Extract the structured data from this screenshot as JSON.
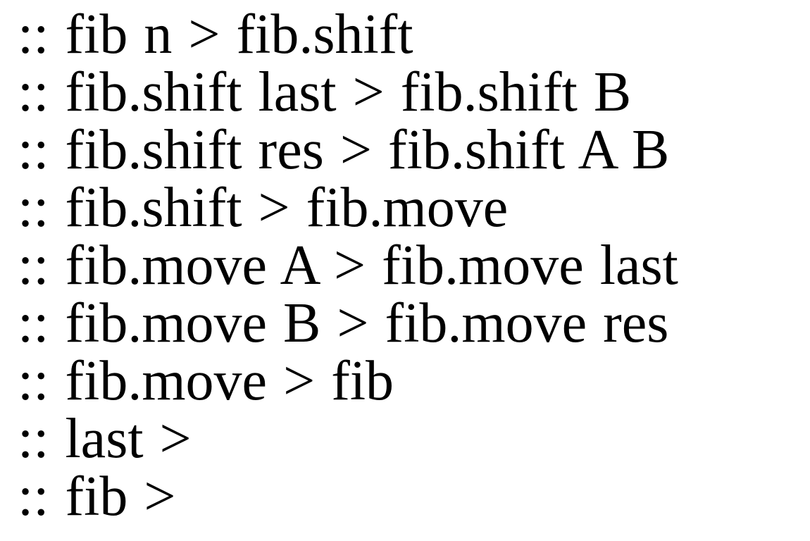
{
  "page": {
    "background_color": "#ffffff",
    "text_color": "#000000"
  },
  "program": {
    "rule_prefix": "::",
    "arrow": ">",
    "rules": [
      {
        "lhs": "fib n",
        "rhs": "fib.shift"
      },
      {
        "lhs": "fib.shift last",
        "rhs": "fib.shift B"
      },
      {
        "lhs": "fib.shift res",
        "rhs": "fib.shift A B"
      },
      {
        "lhs": "fib.shift",
        "rhs": "fib.move"
      },
      {
        "lhs": "fib.move A",
        "rhs": "fib.move last"
      },
      {
        "lhs": "fib.move B",
        "rhs": "fib.move res"
      },
      {
        "lhs": "fib.move",
        "rhs": "fib"
      },
      {
        "lhs": "last",
        "rhs": ""
      },
      {
        "lhs": "fib",
        "rhs": ""
      }
    ]
  }
}
